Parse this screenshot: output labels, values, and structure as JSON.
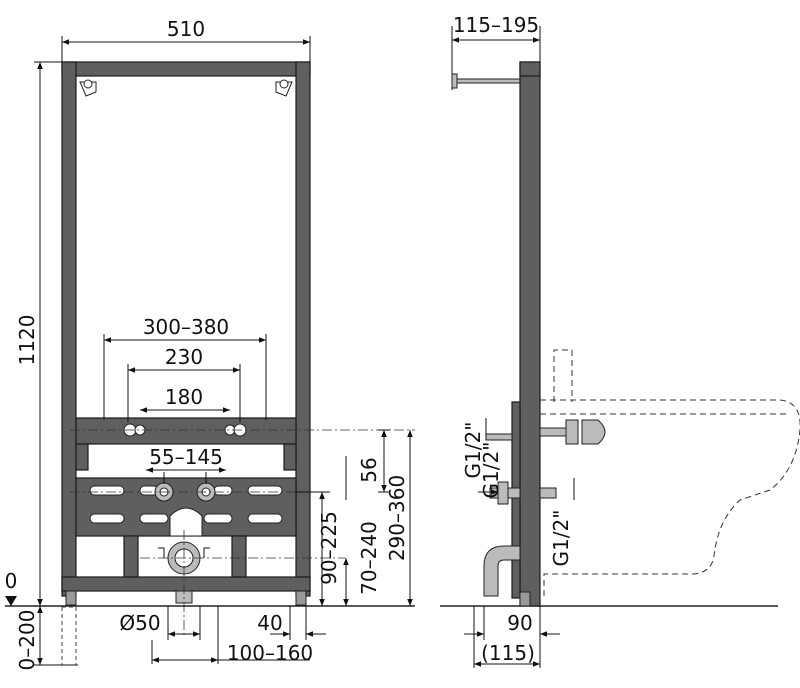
{
  "dimensions": {
    "width_total": "510",
    "depth_range": "115–195",
    "height_total": "1120",
    "inlet_spacing_1": "300–380",
    "inlet_spacing_2": "230",
    "inlet_spacing_3": "180",
    "tap_spacing": "55–145",
    "tap_offset_56": "56",
    "height_90_225": "90–225",
    "height_70_240": "70–240",
    "height_290_360": "290–360",
    "floor_zero": "0",
    "floor_adjust": "0–200",
    "drain_diameter": "Ø50",
    "drain_width_40": "40",
    "drain_offset": "100–160",
    "thread_top": "G1/2\"",
    "thread_side_left": "G1/2\"",
    "thread_side_right": "G1/2\"",
    "side_depth_90": "90",
    "side_depth_115": "(115)"
  }
}
